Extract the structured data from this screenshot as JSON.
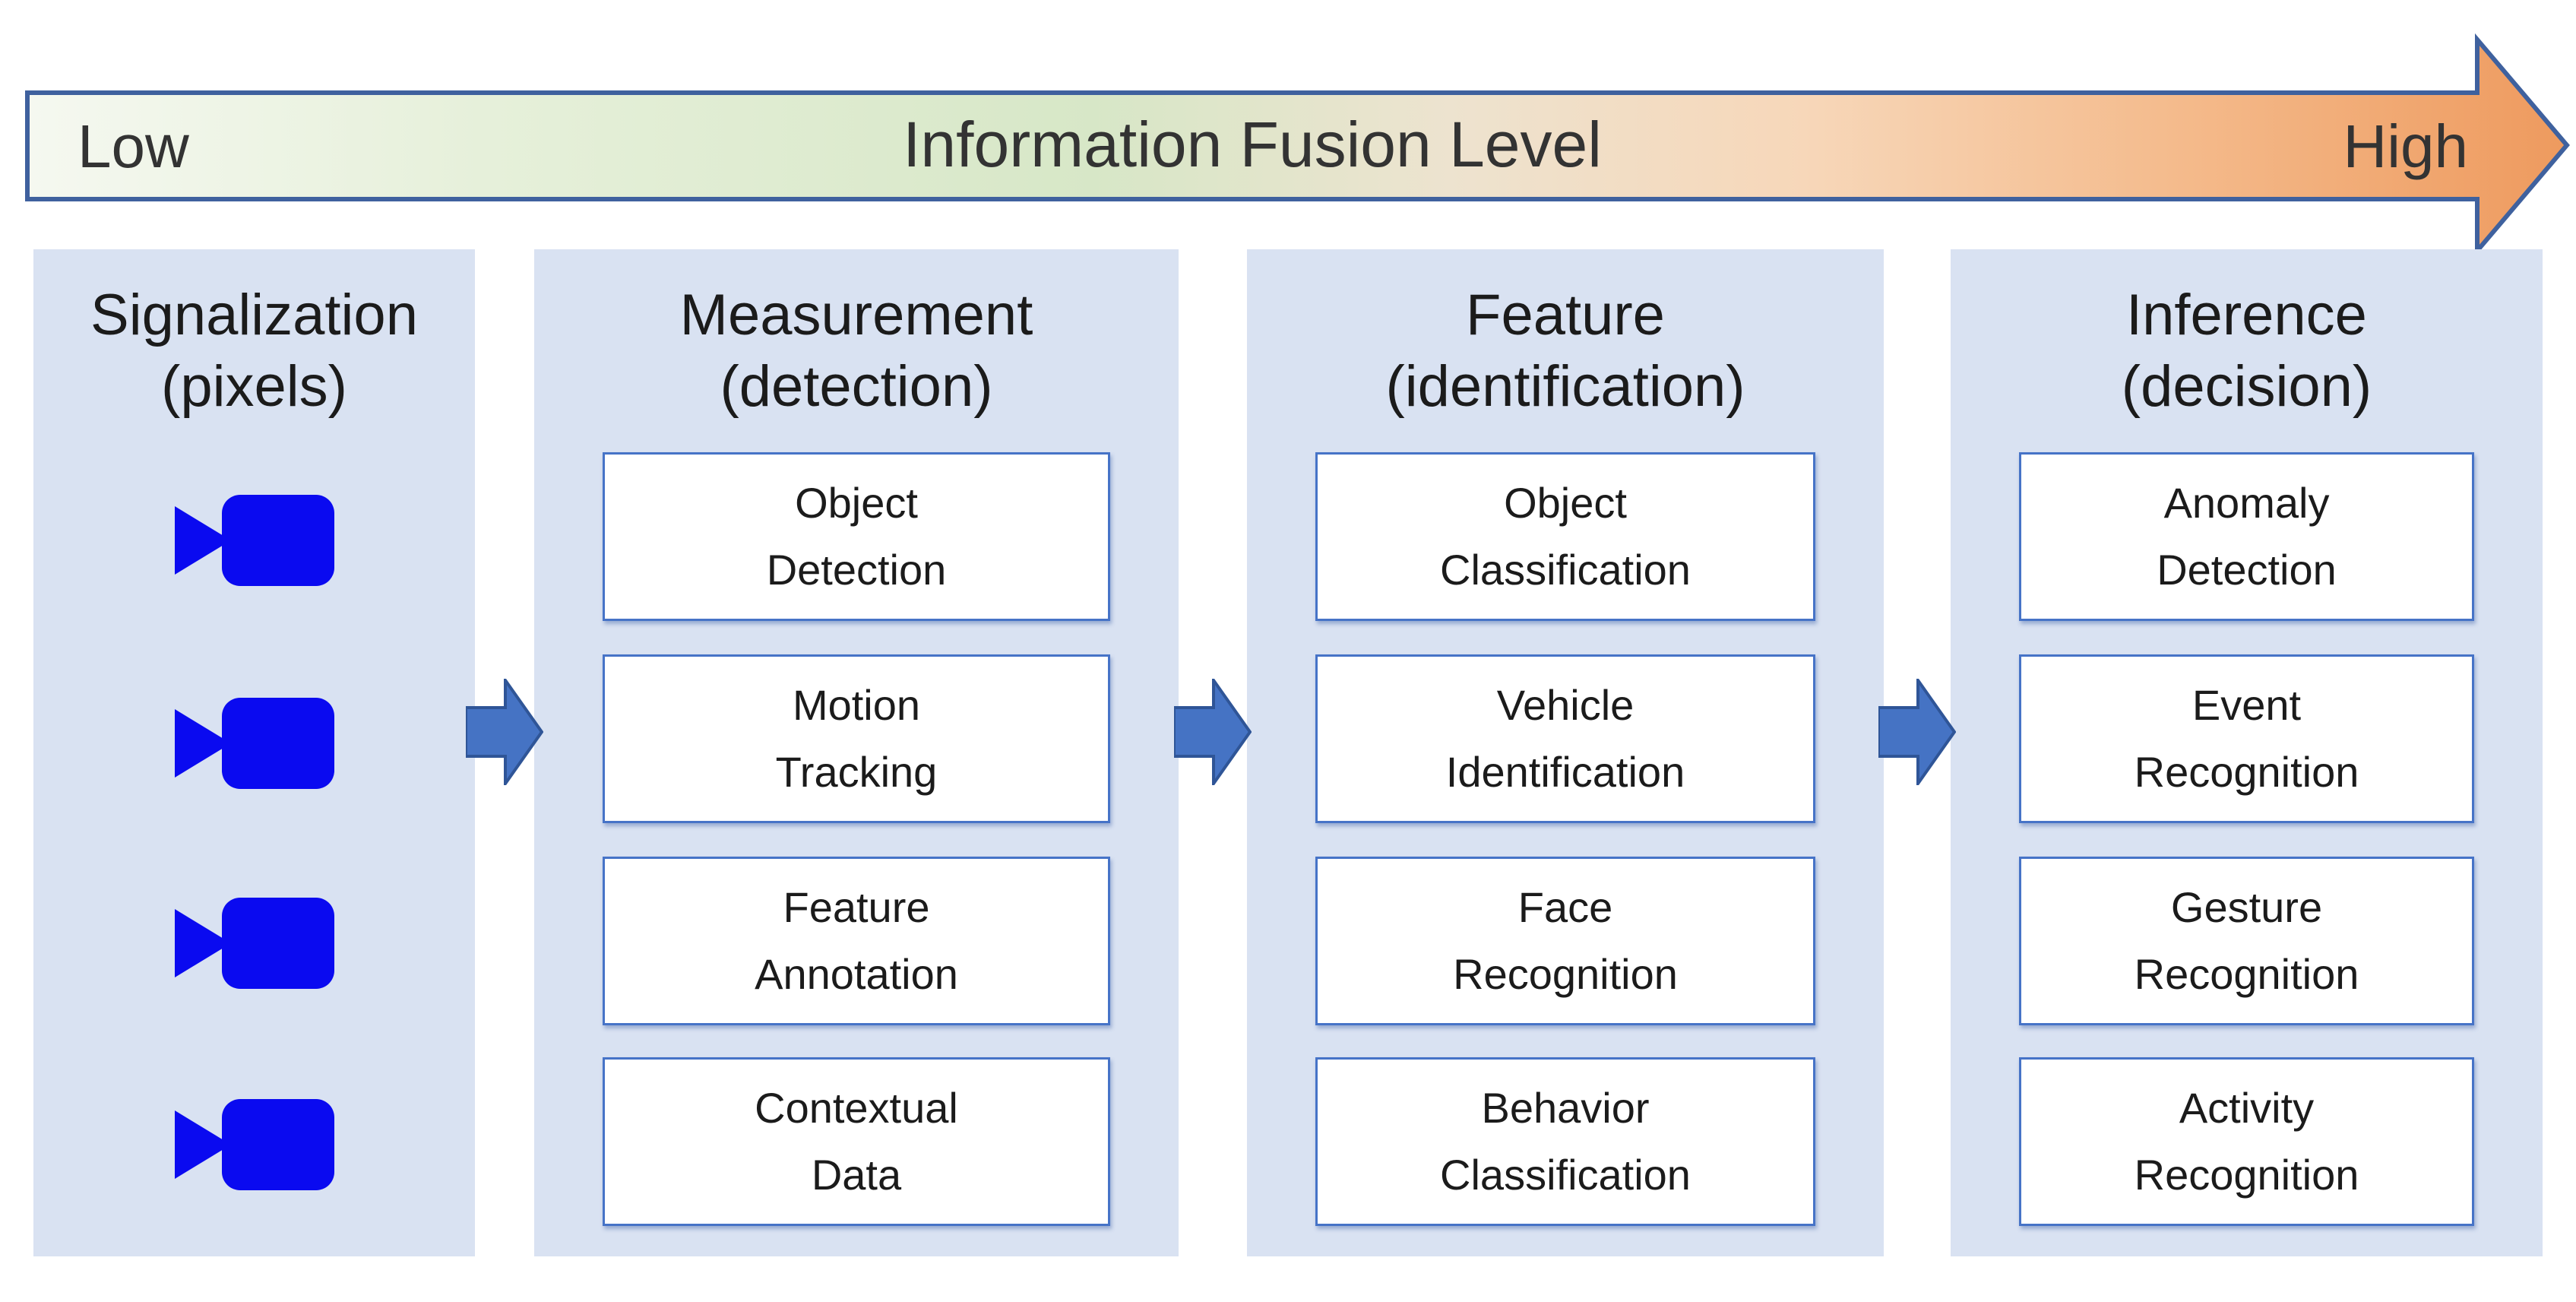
{
  "diagram": {
    "arrow": {
      "low": "Low",
      "title": "Information Fusion Level",
      "high": "High"
    },
    "columns": [
      {
        "id": "signalization",
        "title_line1": "Signalization",
        "title_line2": "(pixels)",
        "icon": "video-camera-icon",
        "icon_count": 4
      },
      {
        "id": "measurement",
        "title_line1": "Measurement",
        "title_line2": "(detection)",
        "boxes": [
          {
            "line1": "Object",
            "line2": "Detection"
          },
          {
            "line1": "Motion",
            "line2": "Tracking"
          },
          {
            "line1": "Feature",
            "line2": "Annotation"
          },
          {
            "line1": "Contextual",
            "line2": "Data"
          }
        ]
      },
      {
        "id": "feature",
        "title_line1": "Feature",
        "title_line2": "(identification)",
        "boxes": [
          {
            "line1": "Object",
            "line2": "Classification"
          },
          {
            "line1": "Vehicle",
            "line2": "Identification"
          },
          {
            "line1": "Face",
            "line2": "Recognition"
          },
          {
            "line1": "Behavior",
            "line2": "Classification"
          }
        ]
      },
      {
        "id": "inference",
        "title_line1": "Inference",
        "title_line2": "(decision)",
        "boxes": [
          {
            "line1": "Anomaly",
            "line2": "Detection"
          },
          {
            "line1": "Event",
            "line2": "Recognition"
          },
          {
            "line1": "Gesture",
            "line2": "Recognition"
          },
          {
            "line1": "Activity",
            "line2": "Recognition"
          }
        ]
      }
    ],
    "colors": {
      "panel_bg": "#D9E2F2",
      "box_border": "#4673C7",
      "box_fill": "#FFFFFF",
      "block_arrow_fill": "#4573C4",
      "block_arrow_border": "#2F5597",
      "camera_blue": "#0A0AF0",
      "big_arrow_border": "#3F619E",
      "big_arrow_gradient": [
        "#F5F8F0",
        "#E6F0DA",
        "#D7E7C7",
        "#EDE3CF",
        "#F7D7B9",
        "#F4BA8B",
        "#EE9A5E"
      ],
      "text": "#1B1B1B",
      "arrow_text": "#333333"
    }
  }
}
